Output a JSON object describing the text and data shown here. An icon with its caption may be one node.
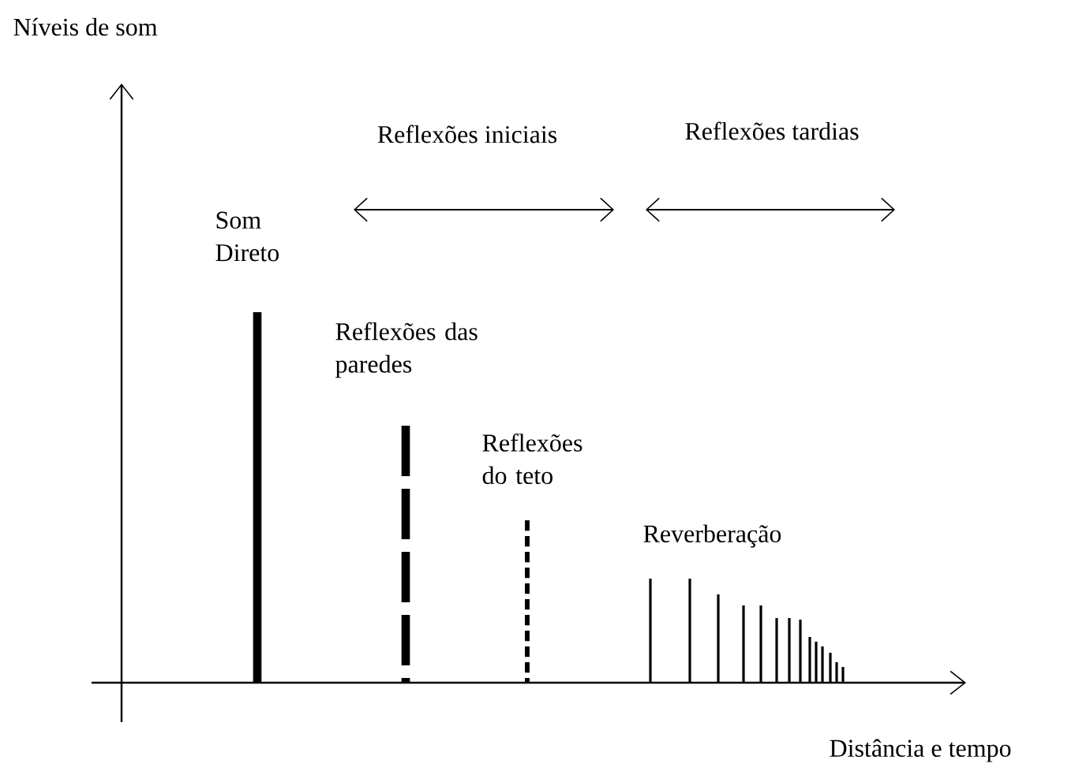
{
  "diagram": {
    "labels": [
      "Níveis de som",
      "Reflexões iniciais",
      "Reflexões tardias",
      "Som Direto",
      "Reflexões das paredes",
      "Reflexões do teto",
      "Reverberação",
      "Distância e tempo"
    ]
  }
}
